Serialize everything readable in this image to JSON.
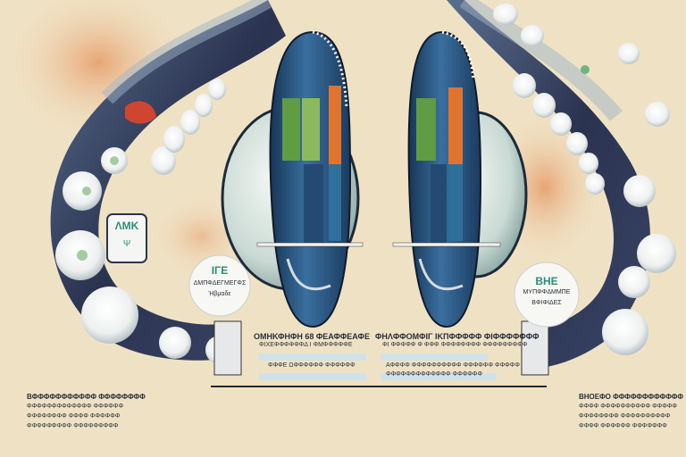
{
  "labels": {
    "left_badge_top": "ΛΜΚ",
    "left_badge_bottom": "Ψ",
    "left_bubble_title": "ΙΓΕ",
    "left_bubble_line1": "ΔΜΠΦΔΕΓΜΕΓΦΣ",
    "left_bubble_line2": "Ήβμαδε",
    "right_bubble_title": "ΒΗΕ",
    "right_bubble_line1": "ΜΥΠΦΦΔΜΜΠΕ",
    "right_bubble_line2": "ΒΦΙΦΙΔΕΣ",
    "center_left_title": "ΟΜΗΚΦΗΦΗ 68 ΦΕΑΦΦΕΑΦΕ",
    "center_left_sub": "ΦΙΧΕΦΦΦΦΦΦΔ Ι ΦΜΦΦΦΦΦΕ",
    "center_left_note": "ΦΦΦΕ ΩΦΦΦΦΦΦ ΦΦΦΦΦΦ",
    "center_right_title": "ΦΗΛΦΦΟΜΦΙΓ ΙΚΠΦΦΦΦΦ ΦΙΦΦΦΦΦΦΦ",
    "center_right_sub": "ΦΙ ΦΦΦΦΦ Φ ΦΦΦ ΦΦΦΦΦΦΦΦ ΦΦΦΦΦΦΦΦΦ",
    "center_right_note1": "ΑΦΦΦΦ ΦΦΦΦΦΦΦΦΦΦ ΦΦΦΦΦΦ ΦΦΦΦΦ",
    "center_right_note2": "ΦΦΦΦΦΦΦΦΦΦΦΦΦ ΦΦΦΦΦΦ",
    "bottom_left_line1": "ΒΦΦΦΦΦΦΦΦΦΦΦ ΦΦΦΦΦΦΦΦ",
    "bottom_left_line2": "ΦΦΦΦΦΦΦΦΦΦΦΦΦ ΦΦΦΦΦΦ",
    "bottom_left_line3": "ΦΦΦΦΦΦΦΦ ΦΦΦΦ ΦΦΦΦΦΦ",
    "bottom_left_line4": "ΦΦΦΦΦΦΦΦΦ ΦΦΦΦΦΦΦΦΦ",
    "bottom_right_line1": "ΒΗΟΕΦΟ ΦΦΦΦΦΦΦΦΦΦΦΦ",
    "bottom_right_line2": "ΦΦΦΦ ΦΦΦΦΦΦΦΦΦΦ ΦΦΦΦΦ",
    "bottom_right_line3": "ΦΦΦΦΦΦΦΦ ΦΦΦΦΦΦΦΦΦΦ",
    "bottom_right_line4": "ΦΦΦΦ ΦΦΦΦΦΦ ΦΦΦΦΦΦΦ"
  },
  "colors": {
    "background": "#efe2c4",
    "arch_dark": "#2a3350",
    "tooth": "#f5f3ee",
    "capsule_blue": "#2f5f8c",
    "stripe_green": "#5f9c43",
    "stripe_orange": "#e0742f",
    "stripe_blue": "#2f6f9c",
    "accent_teal": "#2f8c7a"
  }
}
